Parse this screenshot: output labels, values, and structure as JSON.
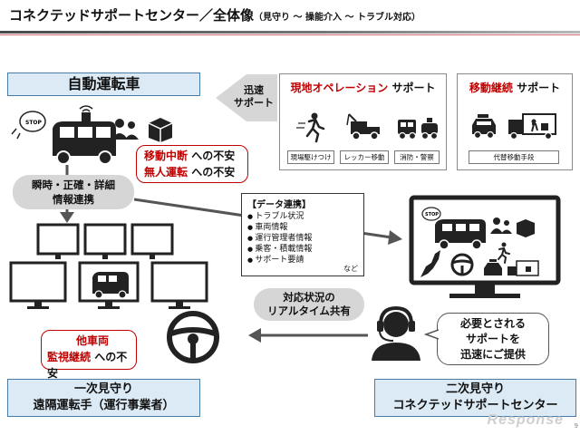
{
  "header": {
    "title": "コネクテッドサポートセンター／全体像",
    "subtitle": "（見守り 〜 操能介入 〜 トラブル対応）"
  },
  "vehicle": {
    "title": "自動運転車",
    "concern_line1_red": "移動中断",
    "concern_line1_rest": " への不安",
    "concern_line2_red": "無人運転",
    "concern_line2_rest": " への不安"
  },
  "rapid_support": {
    "line1": "迅速",
    "line2": "サポート"
  },
  "panel_onsite": {
    "title_red": "現地オペレーション",
    "title_rest": " サポート",
    "labels": [
      "現場駆けつけ",
      "レッカー移動",
      "消防・警察"
    ]
  },
  "panel_transfer": {
    "title_red": "移動継続",
    "title_rest": " サポート",
    "labels": [
      "代替移動手段"
    ]
  },
  "info_sharing": {
    "line1": "瞬時・正確・詳細",
    "line2": "情報連携"
  },
  "data_link": {
    "heading": "【データ連携】",
    "items": [
      "トラブル状況",
      "車両情報",
      "運行管理者情報",
      "乗客・積載情報",
      "サポート要請"
    ],
    "etc": "など"
  },
  "realtime_share": {
    "line1": "対応状況の",
    "line2": "リアルタイム共有"
  },
  "remote_concern": {
    "line1_red": "他車両",
    "line2_red": "監視継続",
    "line2_rest": " への不安"
  },
  "support_offer": {
    "line1": "必要とされる",
    "line2": "サポートを",
    "line3": "迅速にご提供"
  },
  "remote_box": {
    "line1": "一次見守り",
    "line2": "遠隔運転手（運行事業者）"
  },
  "center_box": {
    "line1": "二次見守り",
    "line2": "コネクテッドサポートセンター"
  },
  "stop_sign": "STOP",
  "watermark": "Response",
  "page_number": "9",
  "colors": {
    "accent_red": "#c00000",
    "box_blue": "#dbeaf5",
    "box_border": "#4a7ca8",
    "pill_gray": "#d6d6d6"
  }
}
